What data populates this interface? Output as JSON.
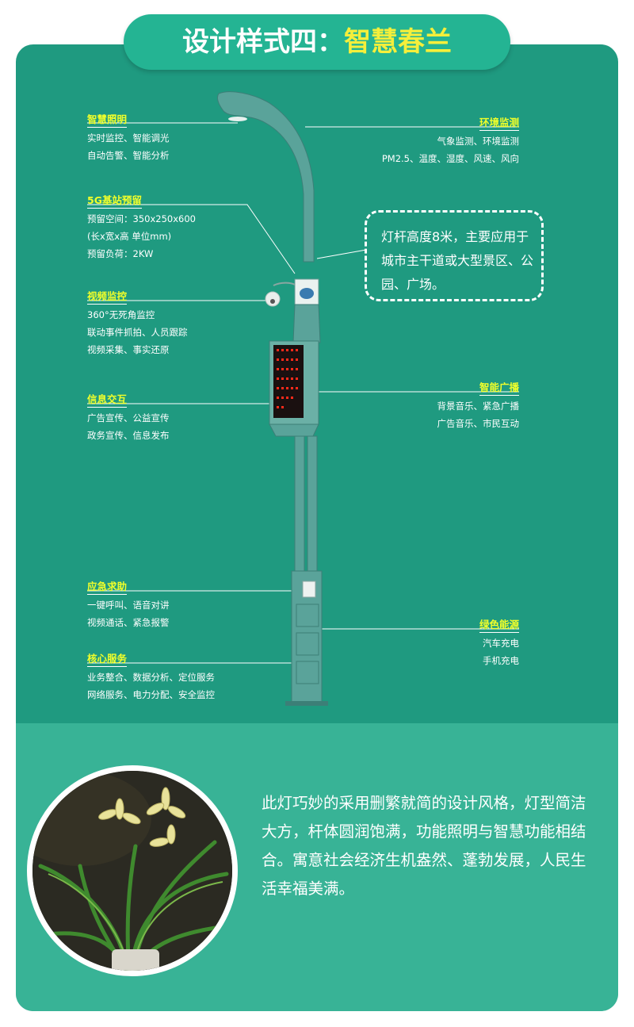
{
  "title": {
    "prefix": "设计样式四：",
    "highlight": "智慧春兰"
  },
  "features_left": [
    {
      "id": "lighting",
      "head": "智慧照明",
      "lines": [
        "实时监控、智能调光",
        "自动告警、智能分析"
      ]
    },
    {
      "id": "5g",
      "head": "5G基站预留",
      "lines": [
        "预留空间：350x250x600",
        "(长x宽x高 单位mm)",
        "预留负荷：2KW"
      ]
    },
    {
      "id": "video",
      "head": "视频监控",
      "lines": [
        "360°无死角监控",
        "联动事件抓拍、人员跟踪",
        "视频采集、事实还原"
      ]
    },
    {
      "id": "info",
      "head": "信息交互",
      "lines": [
        "广告宣传、公益宣传",
        "政务宣传、信息发布"
      ]
    },
    {
      "id": "emergency",
      "head": "应急求助",
      "lines": [
        "一键呼叫、语音对讲",
        "视频通话、紧急报警"
      ]
    },
    {
      "id": "core",
      "head": "核心服务",
      "lines": [
        "业务整合、数据分析、定位服务",
        "网络服务、电力分配、安全监控"
      ]
    }
  ],
  "features_right": [
    {
      "id": "env",
      "head": "环境监测",
      "lines": [
        "气象监测、环境监测",
        "PM2.5、温度、湿度、风速、风向"
      ]
    },
    {
      "id": "broadcast",
      "head": "智能广播",
      "lines": [
        "背景音乐、紧急广播",
        "广告音乐、市民互动"
      ]
    },
    {
      "id": "energy",
      "head": "绿色能源",
      "lines": [
        "汽车充电",
        "手机充电"
      ]
    }
  ],
  "note": "灯杆高度8米，主要应用于城市主干道或大型景区、公园、广场。",
  "description": "此灯巧妙的采用删繁就简的设计风格，灯型简洁大方，杆体圆润饱满，功能照明与智慧功能相结合。寓意社会经济生机盎然、蓬勃发展，人民生活幸福美满。",
  "colors": {
    "card": "#1f9a80",
    "bottom_panel": "#38b396",
    "title_pill": "#24b493",
    "highlight": "#f5ef3b",
    "feature_head": "#f1ff2a",
    "led_text": "#ff2a1a"
  }
}
